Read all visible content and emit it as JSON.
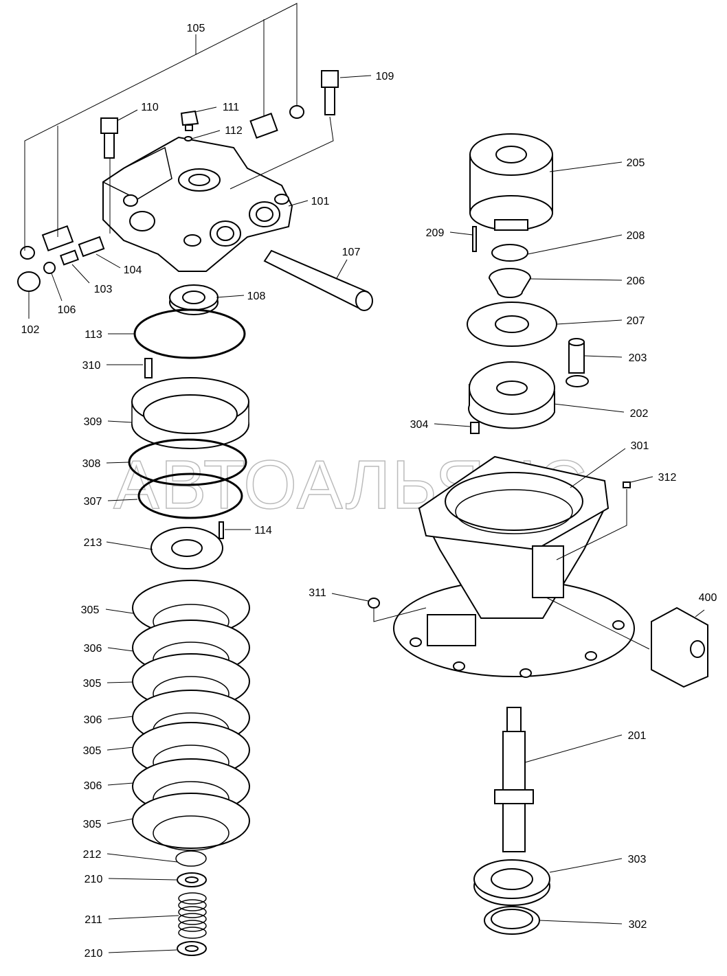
{
  "watermark": "АВТОАЛЬЯНС",
  "labels": {
    "l105": "105",
    "l109": "109",
    "l110": "110",
    "l111": "111",
    "l112": "112",
    "l101": "101",
    "l107": "107",
    "l104": "104",
    "l103": "103",
    "l106": "106",
    "l102": "102",
    "l108": "108",
    "l113": "113",
    "l310": "310",
    "l309": "309",
    "l308": "308",
    "l307": "307",
    "l114": "114",
    "l213": "213",
    "l305a": "305",
    "l306a": "306",
    "l305b": "305",
    "l306b": "306",
    "l305c": "305",
    "l306c": "306",
    "l305d": "305",
    "l212": "212",
    "l210a": "210",
    "l211": "211",
    "l210b": "210",
    "l205": "205",
    "l209": "209",
    "l208": "208",
    "l206": "206",
    "l207": "207",
    "l203": "203",
    "l202": "202",
    "l304": "304",
    "l301": "301",
    "l312": "312",
    "l311": "311",
    "l400": "400",
    "l201": "201",
    "l303": "303",
    "l302": "302"
  }
}
